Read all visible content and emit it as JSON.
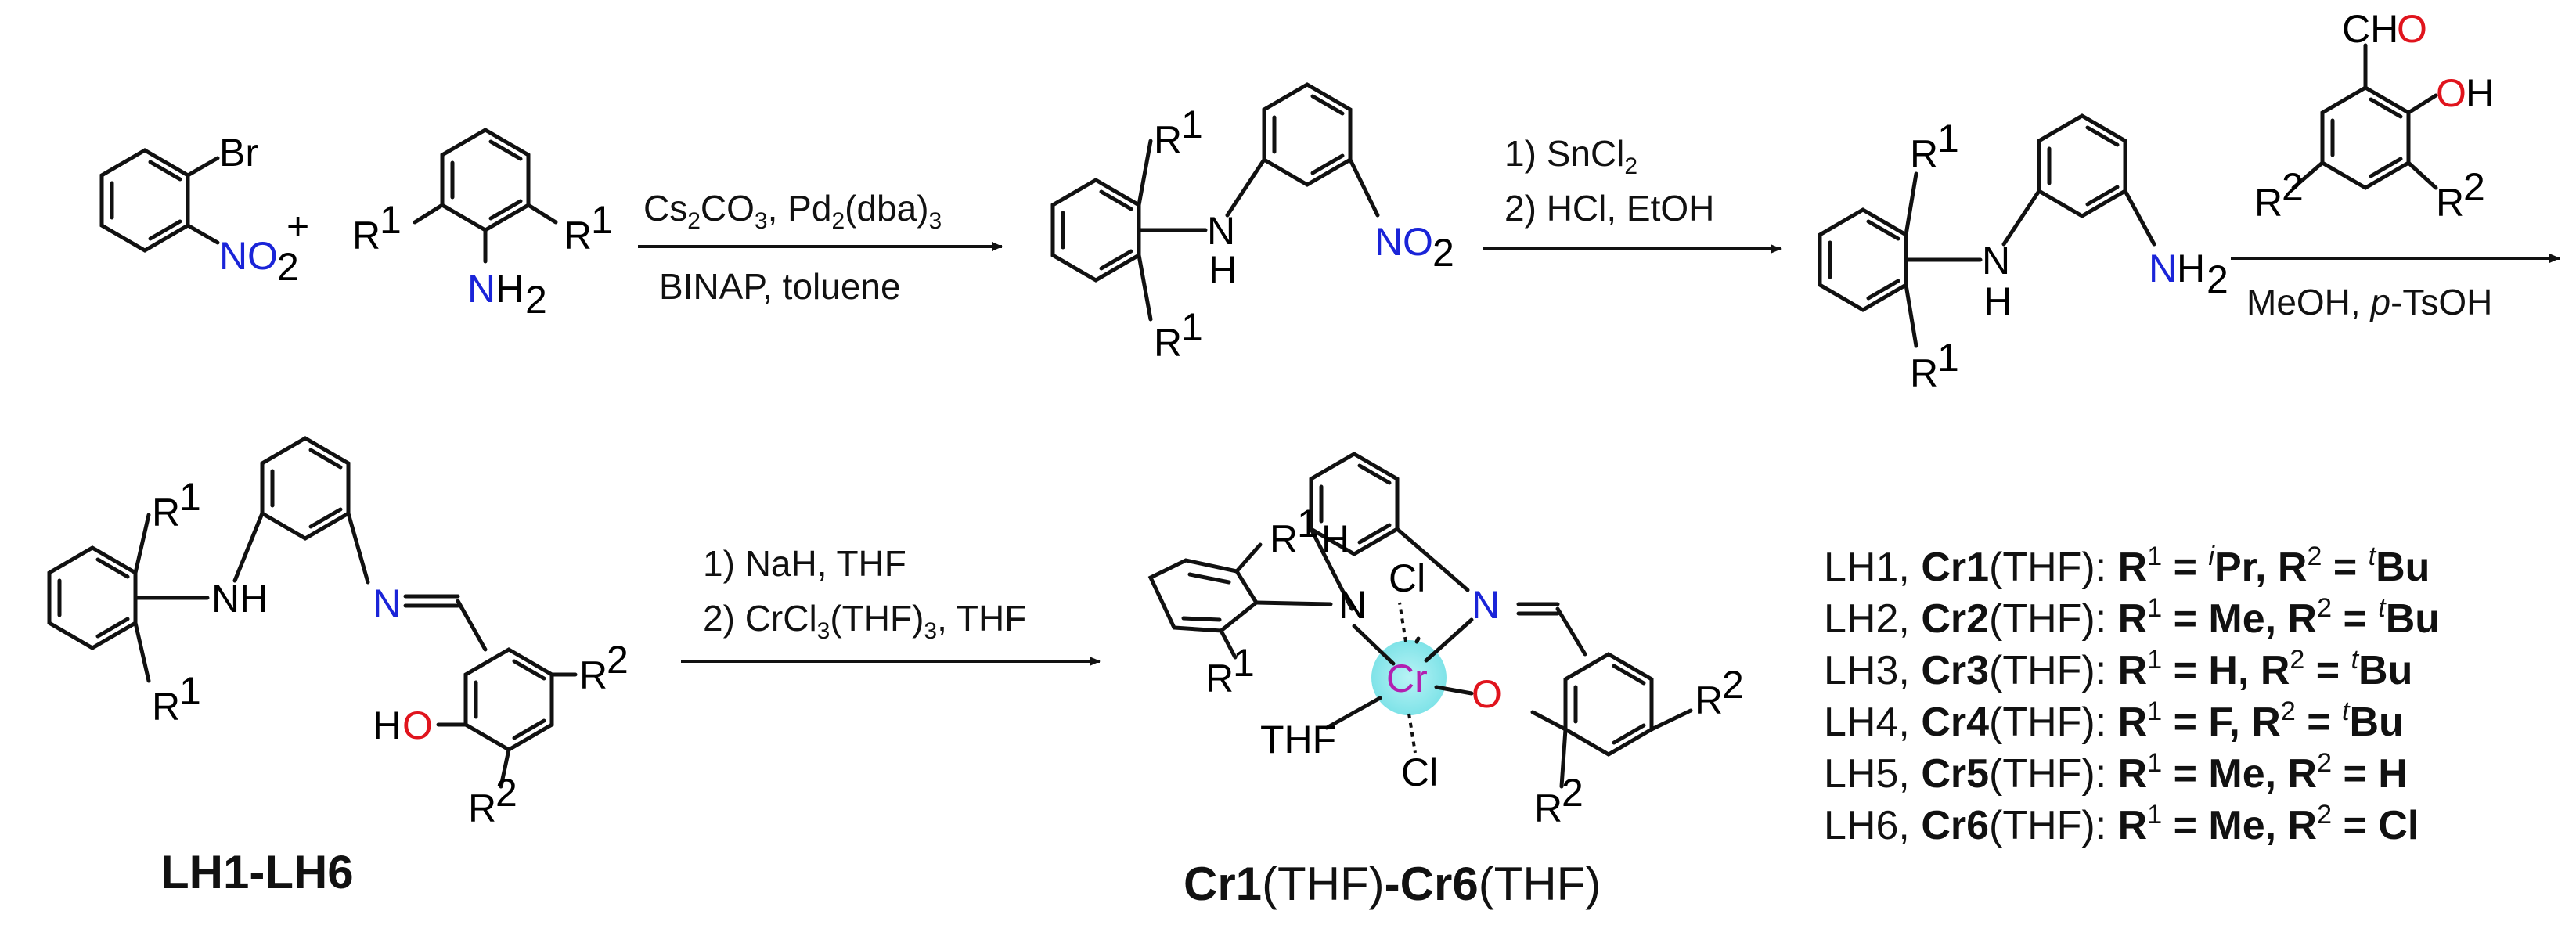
{
  "atoms": {
    "Br": "Br",
    "NO2_N": "N",
    "NO2_O": "O",
    "two": "2",
    "R": "R",
    "sup1": "1",
    "sup2": "2",
    "NH2_N": "N",
    "NH2_H": "H",
    "N": "N",
    "H": "H",
    "NH": "NH",
    "CHO_CH": "CH",
    "CHO_O": "O",
    "OH_O": "O",
    "OH_H": "H",
    "HO_H": "H",
    "HO_O": "O",
    "Cr": "Cr",
    "Cl": "Cl",
    "THF": "THF",
    "O": "O",
    "plus": "+"
  },
  "step1": {
    "top_cs": "Cs",
    "top_co3": "CO",
    "top_pd": "Pd",
    "top_dba": "(dba)",
    "sub2": "2",
    "sub3": "3",
    "bottom": "BINAP, toluene"
  },
  "step2": {
    "line1_num": "1)",
    "line1_reagent": "SnCl",
    "line1_sub": "2",
    "line2_num": "2)",
    "line2_reagent": "HCl, EtOH"
  },
  "step3": {
    "bottom_a": "MeOH, ",
    "bottom_p": "p",
    "bottom_b": "-TsOH"
  },
  "step4": {
    "line1_num": "1)",
    "line1_reagent": "NaH, THF",
    "line2_num": "2)",
    "line2_reagent_a": "CrCl",
    "line2_sub": "3",
    "line2_reagent_b": "(THF)",
    "line2_sub2": "3",
    "line2_reagent_c": ", THF"
  },
  "labels": {
    "ligand_series": "LH1-LH6",
    "complex_series_a": "Cr1",
    "complex_series_b": "(THF)",
    "complex_series_c": "-Cr6",
    "complex_series_d": "(THF)"
  },
  "legend": [
    {
      "lh": "LH1",
      "cr": "Cr1",
      "thf": "(THF): ",
      "r1_pre": "R",
      "r1_sup": "1",
      "r1_eq": " = ",
      "r1_pre_sup": "i",
      "r1_val": "Pr, ",
      "r2_pre": "R",
      "r2_sup": "2",
      "r2_eq": " = ",
      "r2_pre_sup": "t",
      "r2_val": "Bu"
    },
    {
      "lh": "LH2",
      "cr": "Cr2",
      "thf": "(THF): ",
      "r1_pre": "R",
      "r1_sup": "1",
      "r1_eq": " = ",
      "r1_pre_sup": "",
      "r1_val": "Me, ",
      "r2_pre": "R",
      "r2_sup": "2",
      "r2_eq": " = ",
      "r2_pre_sup": "t",
      "r2_val": "Bu"
    },
    {
      "lh": "LH3",
      "cr": "Cr3",
      "thf": "(THF): ",
      "r1_pre": "R",
      "r1_sup": "1",
      "r1_eq": " = ",
      "r1_pre_sup": "",
      "r1_val": "H, ",
      "r2_pre": "R",
      "r2_sup": "2",
      "r2_eq": " = ",
      "r2_pre_sup": "t",
      "r2_val": "Bu"
    },
    {
      "lh": "LH4",
      "cr": "Cr4",
      "thf": "(THF): ",
      "r1_pre": "R",
      "r1_sup": "1",
      "r1_eq": " = ",
      "r1_pre_sup": "",
      "r1_val": "F, ",
      "r2_pre": "R",
      "r2_sup": "2",
      "r2_eq": " = ",
      "r2_pre_sup": "t",
      "r2_val": "Bu"
    },
    {
      "lh": "LH5",
      "cr": "Cr5",
      "thf": "(THF): ",
      "r1_pre": "R",
      "r1_sup": "1",
      "r1_eq": " = ",
      "r1_pre_sup": "",
      "r1_val": "Me, ",
      "r2_pre": "R",
      "r2_sup": "2",
      "r2_eq": " = ",
      "r2_pre_sup": "",
      "r2_val": "H"
    },
    {
      "lh": "LH6",
      "cr": "Cr6",
      "thf": "(THF): ",
      "r1_pre": "R",
      "r1_sup": "1",
      "r1_eq": " = ",
      "r1_pre_sup": "",
      "r1_val": "Me, ",
      "r2_pre": "R",
      "r2_sup": "2",
      "r2_eq": " = ",
      "r2_pre_sup": "",
      "r2_val": "Cl"
    }
  ],
  "colors": {
    "nitrogen": "#1a24d8",
    "oxygen": "#e0141d",
    "chromium": "#b21fb0",
    "chromium_halo": "#7fe3e8",
    "bond": "#111111"
  }
}
